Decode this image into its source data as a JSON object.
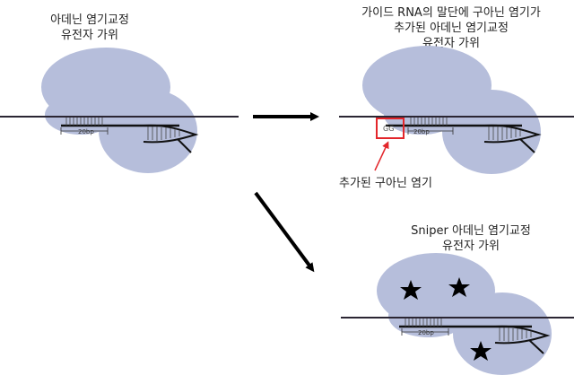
{
  "panel_a": {
    "caption_lines": [
      "아데닌 염기교정",
      "유전자 가위"
    ],
    "spacer_label": "20bp"
  },
  "panel_b": {
    "caption_lines": [
      "가이드 RNA의 말단에 구아닌 염기가",
      "추가된 아데닌 염기교정",
      "유전자 가위"
    ],
    "spacer_label": "20bp",
    "added_bases": "GG",
    "added_bases_caption": "추가된 구아닌 염기",
    "highlight_color": "#e3262b"
  },
  "panel_c": {
    "caption_lines": [
      "Sniper 아데닌 염기교정",
      "유전자 가위"
    ],
    "spacer_label": "20bp",
    "marker": "star"
  },
  "colors": {
    "protein": "#b6bedb",
    "dna": "#2b2633",
    "rna": "#111111",
    "arrow": "#000000",
    "annotation_red": "#e3262b"
  }
}
